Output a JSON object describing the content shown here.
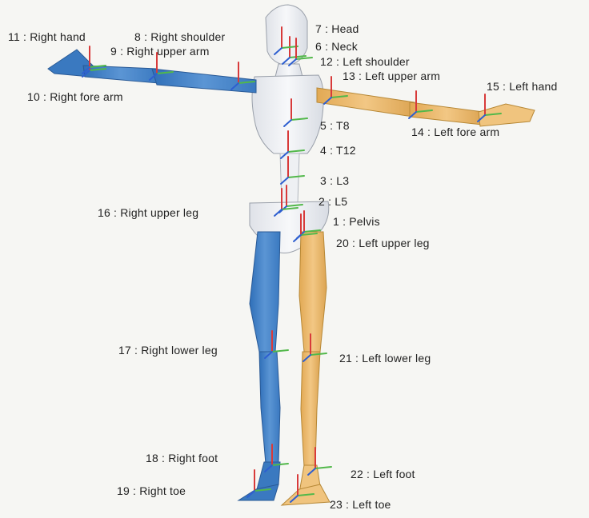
{
  "segments": [
    {
      "id": 1,
      "label": "1 : Pelvis"
    },
    {
      "id": 2,
      "label": "2 : L5"
    },
    {
      "id": 3,
      "label": "3 : L3"
    },
    {
      "id": 4,
      "label": "4 : T12"
    },
    {
      "id": 5,
      "label": "5 : T8"
    },
    {
      "id": 6,
      "label": "6 : Neck"
    },
    {
      "id": 7,
      "label": "7 : Head"
    },
    {
      "id": 8,
      "label": "8 : Right shoulder"
    },
    {
      "id": 9,
      "label": "9 : Right upper arm"
    },
    {
      "id": 10,
      "label": "10 : Right fore arm"
    },
    {
      "id": 11,
      "label": "11 : Right hand"
    },
    {
      "id": 12,
      "label": "12 : Left shoulder"
    },
    {
      "id": 13,
      "label": "13 : Left upper arm"
    },
    {
      "id": 14,
      "label": "14 : Left fore arm"
    },
    {
      "id": 15,
      "label": "15 : Left hand"
    },
    {
      "id": 16,
      "label": "16 : Right upper leg"
    },
    {
      "id": 17,
      "label": "17 : Right lower leg"
    },
    {
      "id": 18,
      "label": "18 : Right foot"
    },
    {
      "id": 19,
      "label": "19 : Right toe"
    },
    {
      "id": 20,
      "label": "20 : Left upper leg"
    },
    {
      "id": 21,
      "label": "21 : Left lower leg"
    },
    {
      "id": 22,
      "label": "22 : Left foot"
    },
    {
      "id": 23,
      "label": "23 : Left toe"
    }
  ],
  "colors": {
    "right_side": "#4a86c8",
    "left_side": "#e9b96a",
    "center_body": "#e3e6ec",
    "axis_x": "#d83a3a",
    "axis_y": "#52b84a",
    "axis_z": "#2e5fd0"
  }
}
